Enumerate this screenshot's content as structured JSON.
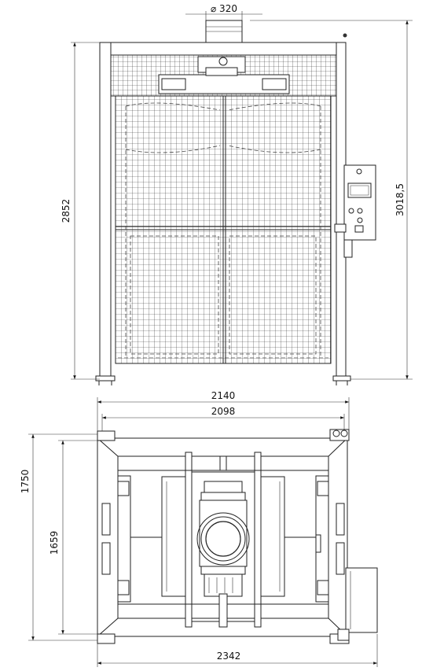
{
  "dimensions": {
    "inlet_diameter": "⌀ 320",
    "front_height": "2852",
    "total_height": "3018,5",
    "outer_width": "2140",
    "inner_width": "2098",
    "depth_outer": "1750",
    "depth_inner": "1659",
    "total_width": "2342"
  },
  "colors": {
    "line": "#222222",
    "background": "#ffffff"
  }
}
